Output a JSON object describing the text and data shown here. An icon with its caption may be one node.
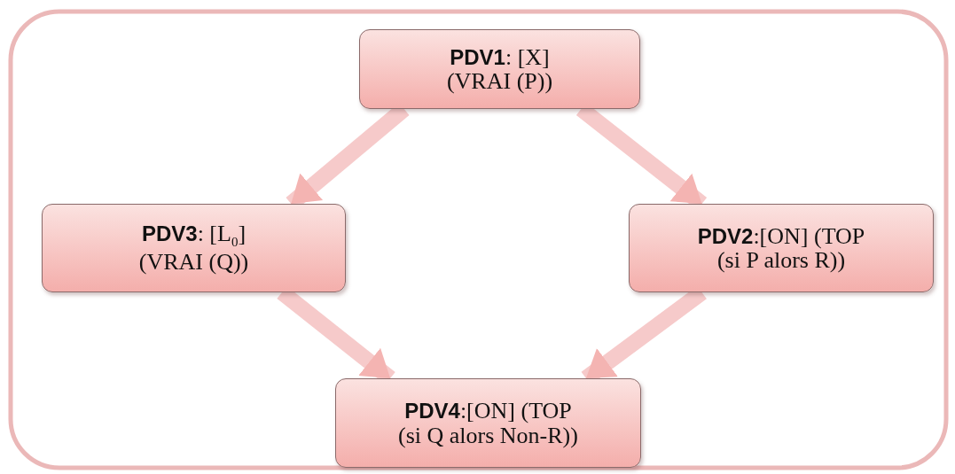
{
  "diagram": {
    "nodes": [
      {
        "text": [
          "**PDV1**: [X] (VRAI (P))"
        ]
      },
      {
        "text": [
          "**PDV3**: [L$_{0}$] (VRAI (Q))"
        ]
      },
      {
        "text": [
          "**PDV2**:[ON] (TOP (si P alors R))"
        ]
      },
      {
        "text": [
          "**PDV4**:[ON] (TOP (si Q alors Non-R))"
        ]
      }
    ],
    "edges": [
      {
        "from": 0,
        "to": 1,
        "arrow": "to"
      },
      {
        "from": 0,
        "to": 2,
        "arrow": "to"
      },
      {
        "from": 1,
        "to": 3,
        "arrow": "to"
      },
      {
        "from": 2,
        "to": 3,
        "arrow": "to"
      }
    ]
  }
}
